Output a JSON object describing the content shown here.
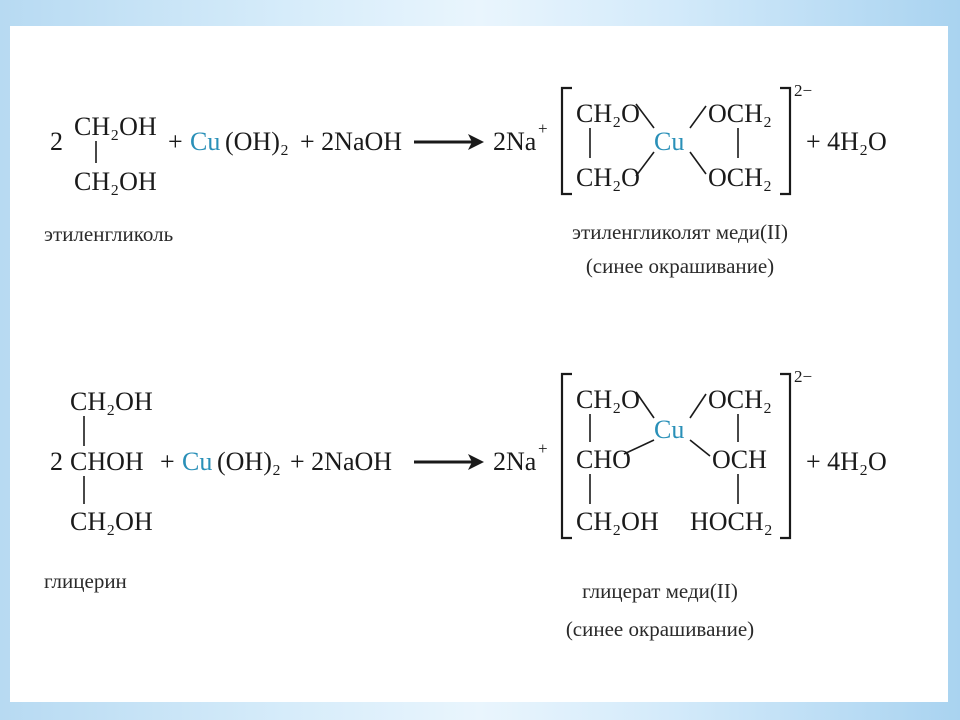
{
  "reaction1": {
    "coef": "2",
    "reactant_top": "CH₂OH",
    "reactant_bottom": "CH₂OH",
    "plus_cu": "+",
    "cu": "Cu",
    "oh2": "(OH)₂",
    "naoh": "+ 2NaOH",
    "na": "2Na",
    "na_charge": "+",
    "left_top": "CH₂O",
    "left_bottom": "CH₂O",
    "center": "Cu",
    "right_top": "OCH₂",
    "right_bottom": "OCH₂",
    "charge": "2−",
    "water": "+ 4H₂O",
    "reactant_caption": "этиленгликоль",
    "product_caption": "этиленгликолят меди(II)",
    "product_note": "(синее окрашивание)"
  },
  "reaction2": {
    "coef": "2",
    "reactant_top": "CH₂OH",
    "reactant_middle": "CHOH",
    "reactant_bottom": "CH₂OH",
    "plus_cu": "+",
    "cu": "Cu",
    "oh2": "(OH)₂",
    "naoh": "+ 2NaOH",
    "na": "2Na",
    "na_charge": "+",
    "left_top": "CH₂O",
    "left_middle": "CHO",
    "left_bottom": "CH₂OH",
    "center": "Cu",
    "right_top": "OCH₂",
    "right_middle": "OCH",
    "right_bottom": "HOCH₂",
    "charge": "2−",
    "water": "+ 4H₂O",
    "reactant_caption": "глицерин",
    "product_caption": "глицерат меди(II)",
    "product_note": "(синее окрашивание)"
  },
  "colors": {
    "copper": "#2a90b8",
    "text": "#1a1a1a"
  }
}
